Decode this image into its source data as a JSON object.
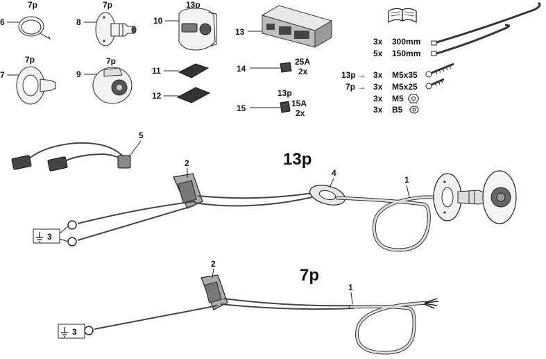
{
  "parts": {
    "p6": {
      "num": "6",
      "pins": "7p"
    },
    "p8": {
      "num": "8",
      "pins": "7p"
    },
    "p10": {
      "num": "10",
      "pins": "13p"
    },
    "p13": {
      "num": "13"
    },
    "p7": {
      "num": "7",
      "pins": "7p"
    },
    "p9": {
      "num": "9",
      "pins": "7p"
    },
    "p11": {
      "num": "11"
    },
    "p12": {
      "num": "12"
    },
    "p14": {
      "num": "14",
      "rating": "25A",
      "qty": "2x"
    },
    "p15": {
      "num": "15",
      "pins": "13p",
      "rating": "15A",
      "qty": "2x"
    }
  },
  "hardware": {
    "tie_long": {
      "qty": "3x",
      "size": "300mm"
    },
    "tie_short": {
      "qty": "5x",
      "size": "150mm"
    },
    "screw_13p": {
      "for": "13p",
      "arrow": "→",
      "qty": "3x",
      "size": "M5x35"
    },
    "screw_7p": {
      "for": "7p",
      "arrow": "→",
      "qty": "3x",
      "size": "M5x25"
    },
    "nut": {
      "qty": "3x",
      "size": "M5"
    },
    "washer": {
      "qty": "3x",
      "size": "B5"
    }
  },
  "kit13": {
    "title": "13p",
    "labels": {
      "adapter": "5",
      "connector": "2",
      "grommet": "4",
      "cable": "1",
      "ground": "3"
    }
  },
  "kit7": {
    "title": "7p",
    "labels": {
      "connector": "2",
      "cable": "1",
      "ground": "3"
    }
  }
}
